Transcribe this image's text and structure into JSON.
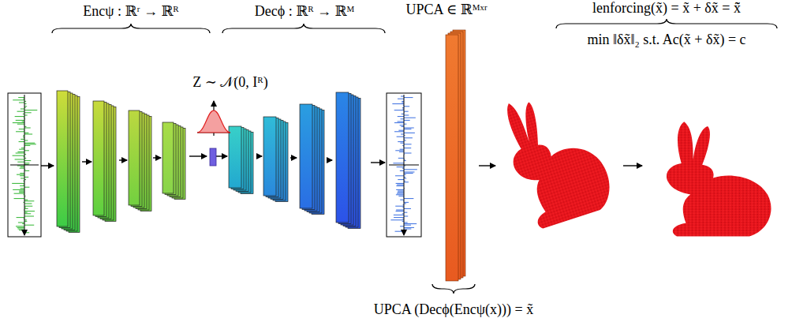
{
  "diagram": {
    "labels": [
      "Encψ : ℝʳ → ℝᴿ",
      "Decϕ : ℝᴿ → ℝᴹ",
      "UPCA ∈ ℝᴹˣʳ",
      "lenforcing(x̃) = x̃ + δx̃ = x̃̃",
      "min ‖δx̃‖₂  s.t. Ac(x̃ + δx̃) = c",
      "Z ∼ 𝒩(0, Iᴿ)",
      "UPCA (Decϕ(Encψ(x))) = x̃"
    ]
  }
}
